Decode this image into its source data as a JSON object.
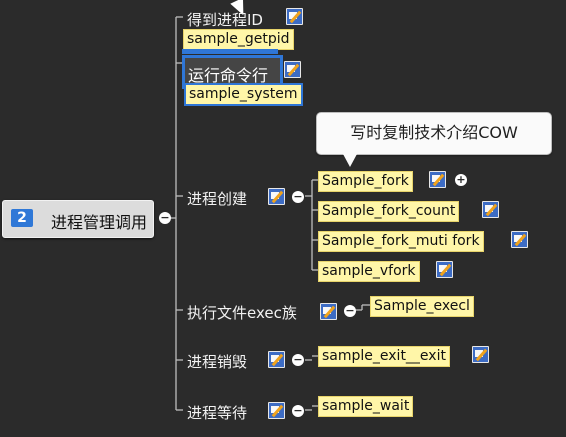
{
  "root": {
    "badge": "2",
    "label": "进程管理调用"
  },
  "branches": {
    "get_pid": {
      "label": "得到进程ID",
      "leaf": "sample_getpid"
    },
    "run_command": {
      "label": "运行命令行",
      "leaf": "sample_system"
    },
    "create": {
      "label": "进程创建",
      "callout": "写时复制技术介绍COW",
      "leaves": [
        "Sample_fork",
        "Sample_fork_count",
        "Sample_fork_muti fork",
        "sample_vfork"
      ]
    },
    "exec": {
      "label": "执行文件exec族",
      "leaf": "Sample_execl"
    },
    "destroy": {
      "label": "进程销毁",
      "leaf": "sample_exit__exit"
    },
    "wait": {
      "label": "进程等待",
      "leaf": "sample_wait"
    }
  },
  "icons": {
    "note": "note-icon",
    "collapse": "collapse-icon",
    "expand": "expand-icon",
    "cursor": "cursor-icon"
  },
  "colors": {
    "background": "#2b2b2b",
    "leaf_fill": "#fff6a8",
    "selection_blue": "#2f76d6",
    "root_badge": "#2f78d7"
  }
}
